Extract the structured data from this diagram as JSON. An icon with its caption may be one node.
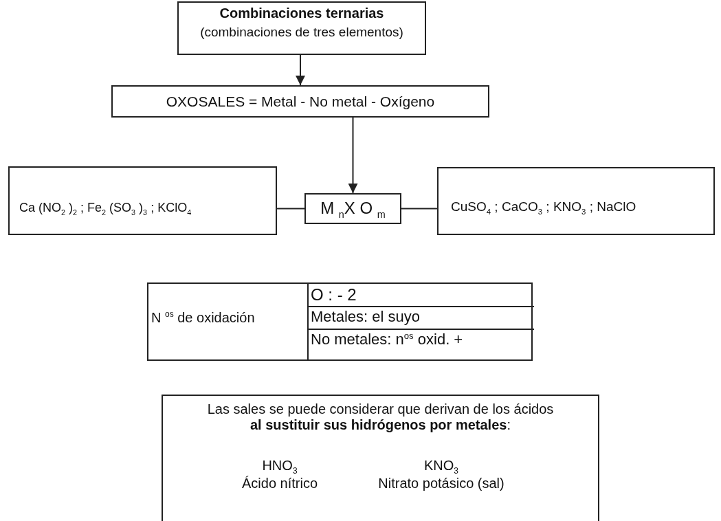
{
  "diagram": {
    "nodes": [
      {
        "text": [
          "Combinaciones ternarias",
          "(combinaciones de tres elementos)"
        ]
      },
      {
        "text": [
          "OXOSALES = Metal  - No metal  - Oxígeno"
        ]
      },
      {
        "text": [
          "Ca (NO$_{2}$ )$_{2}$ ; Fe$_{2}$ (SO$_{3}$ )$_{3}$ ; KClO$_{4}$"
        ]
      },
      {
        "text": [
          "M $_{n}$X O $_{m}$"
        ]
      },
      {
        "text": [
          "CuSO$_{4}$ ; CaCO$_{3}$ ; KNO$_{3}$ ; NaClO"
        ]
      },
      {
        "text": [
          "N $^{os}$ de oxidación",
          "O :  - 2",
          "Metales: el suyo",
          "No metales: n$^{os}$ oxid. +"
        ]
      },
      {
        "text": [
          "Las sales se puede considerar que derivan de los ácidos **al sustituir sus hidrógenos por metales**:",
          "HNO$_{3}$",
          "Ácido nítrico",
          "KNO$_{3}$",
          "Nitrato potásico (sal)"
        ]
      }
    ],
    "edges": [
      {
        "from": 0,
        "to": 1,
        "arrow": "to"
      },
      {
        "from": 1,
        "to": 3,
        "arrow": "to"
      },
      {
        "from": 2,
        "to": 3,
        "arrow": "none"
      },
      {
        "from": 3,
        "to": 4,
        "arrow": "none"
      }
    ]
  }
}
